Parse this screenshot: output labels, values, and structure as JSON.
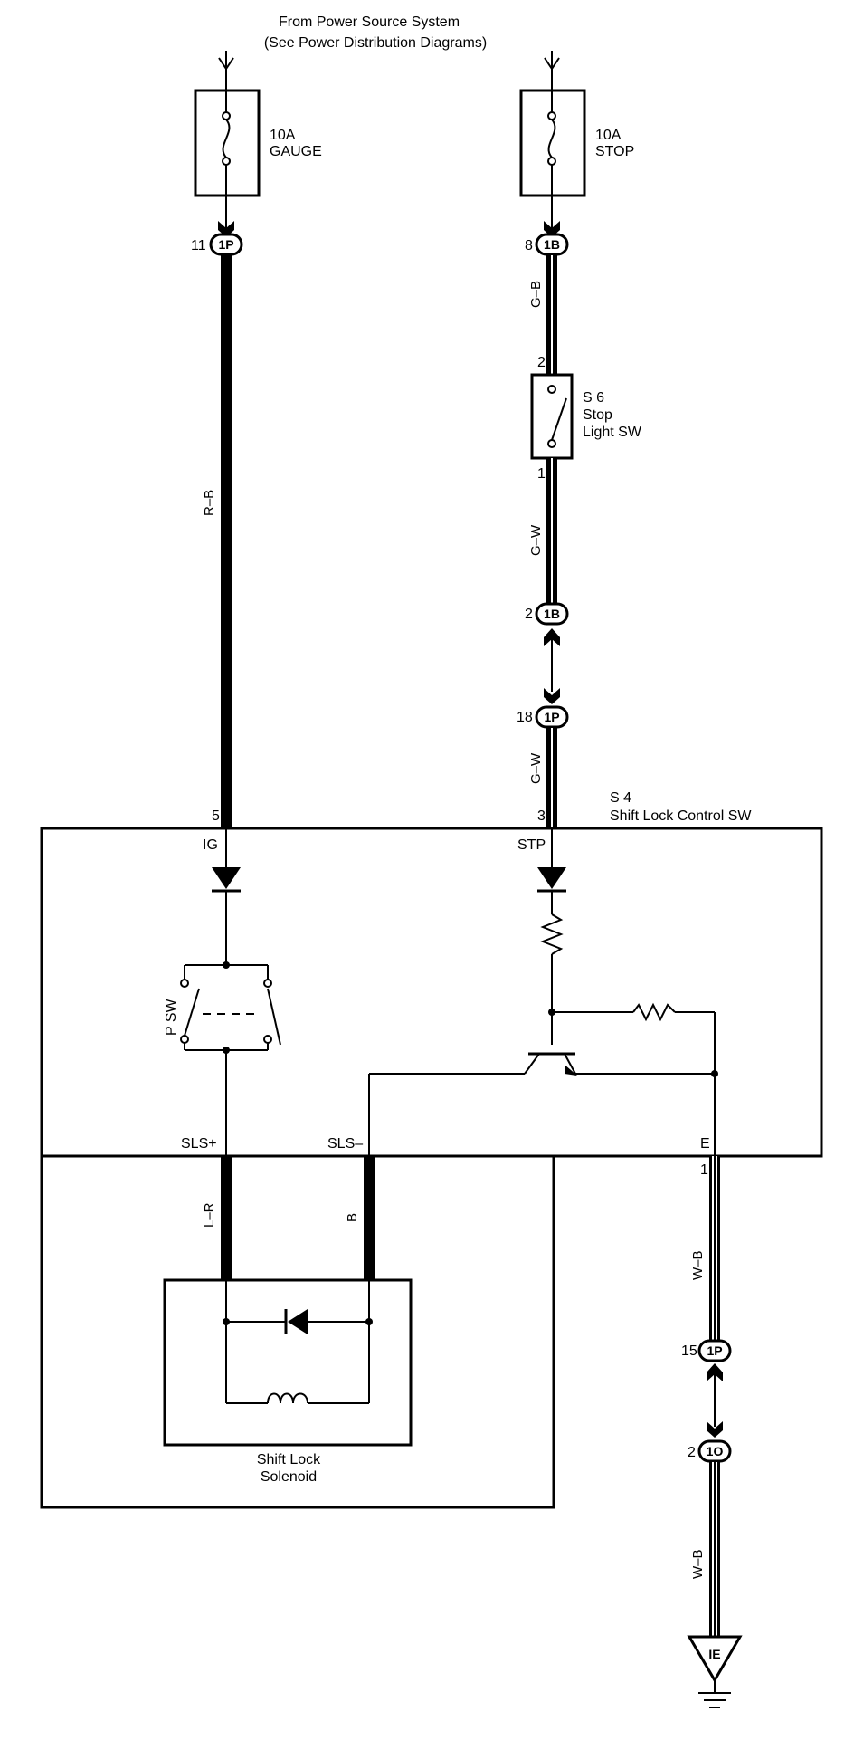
{
  "source": {
    "line1": "From Power Source System",
    "line2": "(See Power Distribution Diagrams)"
  },
  "fuses": [
    {
      "rating": "10A",
      "name": "GAUGE"
    },
    {
      "rating": "10A",
      "name": "STOP"
    }
  ],
  "connectors": [
    {
      "pin": "11",
      "id": "1P"
    },
    {
      "pin": "8",
      "id": "1B"
    },
    {
      "pin": "2",
      "id": "1B"
    },
    {
      "pin": "18",
      "id": "1P"
    },
    {
      "pin": "15",
      "id": "1P"
    },
    {
      "pin": "2",
      "id": "1O"
    }
  ],
  "wires": {
    "r_b": "R–B",
    "g_b": "G–B",
    "g_w_1": "G–W",
    "g_w_2": "G–W",
    "l_r": "L–R",
    "b": "B",
    "w_b_1": "W–B",
    "w_b_2": "W–B"
  },
  "stop_light_switch": {
    "code": "S 6",
    "name_line1": "Stop",
    "name_line2": "Light SW",
    "pin_top": "2",
    "pin_bottom": "1"
  },
  "shift_lock_control": {
    "code": "S 4",
    "name": "Shift Lock Control SW",
    "pin_ig": "5",
    "pin_stp": "3",
    "pin_e": "1",
    "terminals": {
      "ig": "IG",
      "stp": "STP",
      "sls_plus": "SLS+",
      "sls_minus": "SLS–",
      "e": "E"
    },
    "park_switch": "P SW"
  },
  "solenoid": {
    "line1": "Shift Lock",
    "line2": "Solenoid"
  },
  "ground": {
    "id": "IE"
  }
}
